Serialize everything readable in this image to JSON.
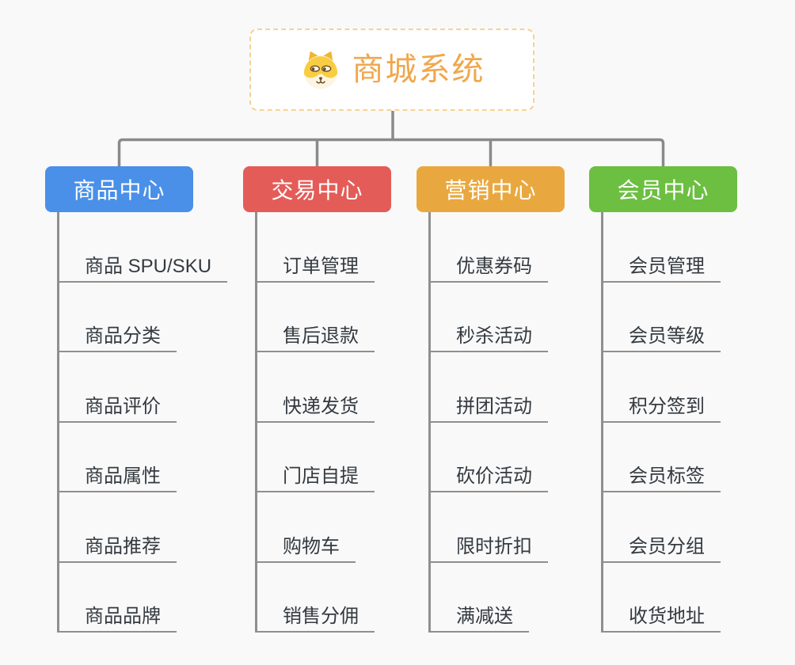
{
  "canvas": {
    "background": "#f9f9f9",
    "connector_color": "#8a8a8a"
  },
  "root": {
    "title": "商城系统",
    "icon": "dog-face-icon",
    "title_color": "#f0a74d",
    "border_color": "#f6d291"
  },
  "branches": [
    {
      "label": "商品中心",
      "color": "#4a90e8",
      "children": [
        "商品 SPU/SKU",
        "商品分类",
        "商品评价",
        "商品属性",
        "商品推荐",
        "商品品牌"
      ]
    },
    {
      "label": "交易中心",
      "color": "#e45c58",
      "children": [
        "订单管理",
        "售后退款",
        "快递发货",
        "门店自提",
        "购物车",
        "销售分佣"
      ]
    },
    {
      "label": "营销中心",
      "color": "#e9a83f",
      "children": [
        "优惠券码",
        "秒杀活动",
        "拼团活动",
        "砍价活动",
        "限时折扣",
        "满减送"
      ]
    },
    {
      "label": "会员中心",
      "color": "#6cbf41",
      "children": [
        "会员管理",
        "会员等级",
        "积分签到",
        "会员标签",
        "会员分组",
        "收货地址"
      ]
    }
  ]
}
